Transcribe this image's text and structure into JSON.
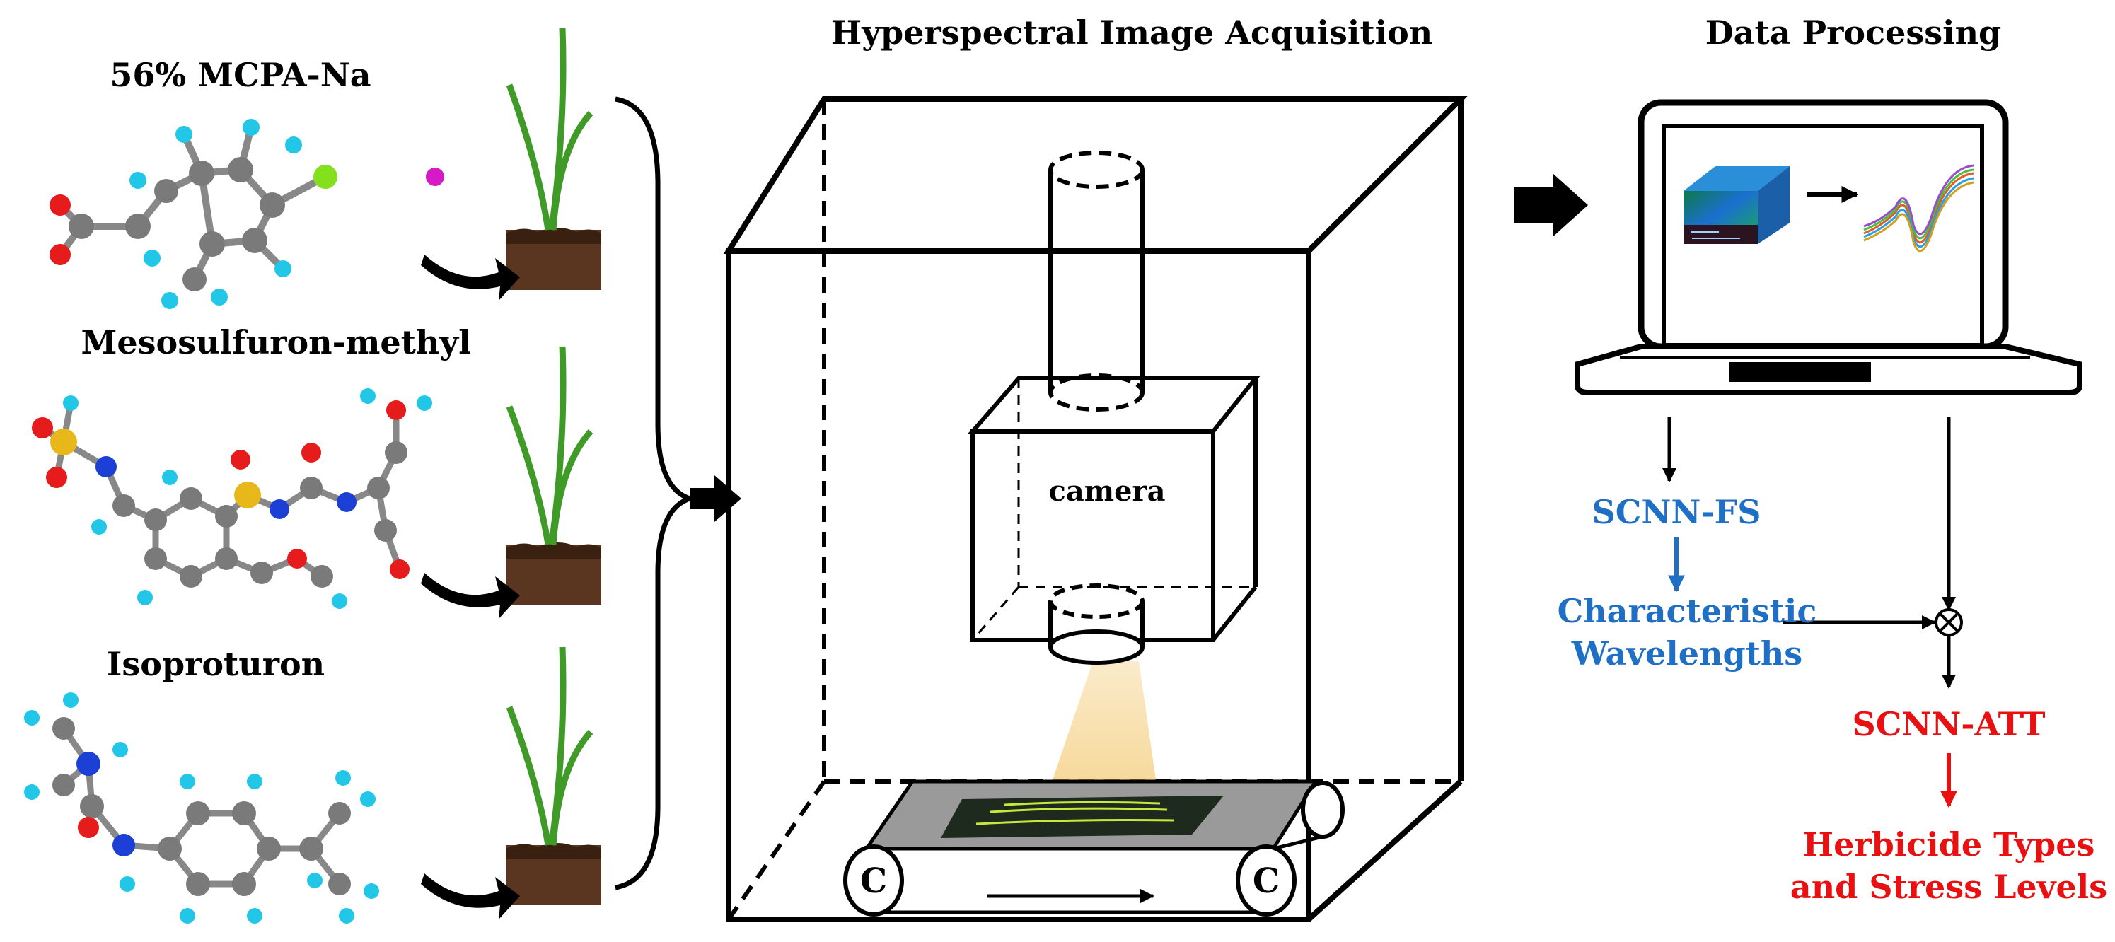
{
  "herbicides": [
    {
      "name": "56% MCPA-Na"
    },
    {
      "name": "Mesosulfuron-methyl"
    },
    {
      "name": "Isoproturon"
    }
  ],
  "acquisition": {
    "title": "Hyperspectral Image Acquisition",
    "camera_label": "camera",
    "conveyor_mark": "C"
  },
  "processing": {
    "title": "Data Processing",
    "feature_selection": "SCNN-FS",
    "characteristic_line1": "Characteristic",
    "characteristic_line2": "Wavelengths",
    "attention_model": "SCNN-ATT",
    "output_line1": "Herbicide Types",
    "output_line2": "and Stress Levels"
  },
  "colors": {
    "blue_text": "#1f6fc5",
    "red_text": "#e81010",
    "line": "#000000",
    "soil": "#5a3620",
    "leaf": "#3f9a28",
    "light_cone": "#f3c66a",
    "belt": "#9a9a9a",
    "atom_carbon": "#7a7a7a",
    "atom_hydrogen": "#22c7e8",
    "atom_oxygen": "#e61b1b",
    "atom_nitrogen": "#1c3fd6",
    "atom_sulfur": "#e8b81a",
    "atom_chlorine": "#84e01c",
    "atom_sodium": "#d61ac8"
  },
  "icons": [
    "plant-pot-icon",
    "molecule-icon",
    "laptop-icon",
    "hypercube-icon",
    "spectra-icon",
    "multiply-circle-icon"
  ]
}
